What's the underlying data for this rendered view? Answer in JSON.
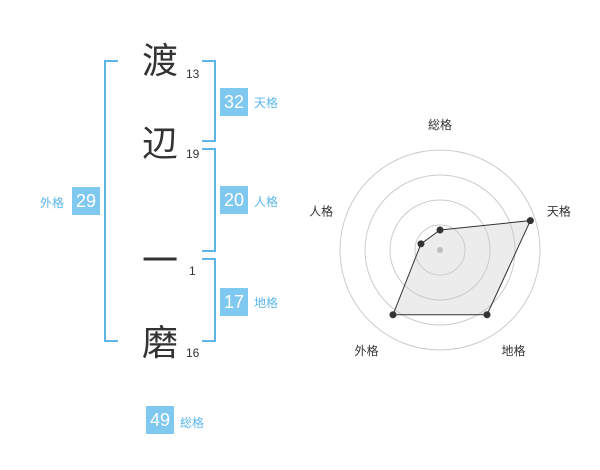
{
  "name": {
    "chars": [
      {
        "char": "渡",
        "strokes": "13"
      },
      {
        "char": "辺",
        "strokes": "19"
      },
      {
        "char": "一",
        "strokes": "1"
      },
      {
        "char": "磨",
        "strokes": "16"
      }
    ]
  },
  "kakusu": {
    "tenkaku": {
      "value": "32",
      "label": "天格"
    },
    "jinkaku": {
      "value": "20",
      "label": "人格"
    },
    "chikaku": {
      "value": "17",
      "label": "地格"
    },
    "gaikaku": {
      "value": "29",
      "label": "外格"
    },
    "soukaku": {
      "value": "49",
      "label": "総格"
    }
  },
  "colors": {
    "accent": "#7fc8f0",
    "bracket": "#5bb6ea",
    "text": "#333333",
    "fill": "#efefef"
  },
  "chart_data": {
    "type": "radar",
    "axes": [
      "総格",
      "天格",
      "地格",
      "外格",
      "人格"
    ],
    "values": [
      0.2,
      0.95,
      0.8,
      0.8,
      0.2
    ],
    "scale_max": 1,
    "rings": 4,
    "grid": true
  }
}
